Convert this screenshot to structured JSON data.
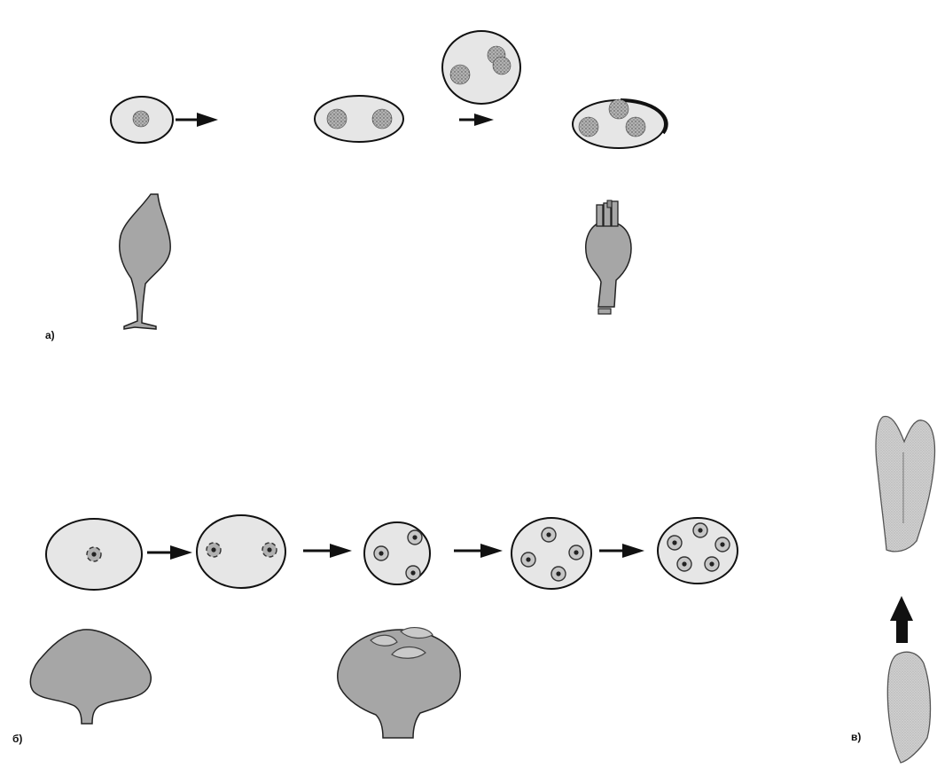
{
  "panels": {
    "a": {
      "label": "а)"
    },
    "b": {
      "label": "б)"
    },
    "c": {
      "label": "в)"
    }
  },
  "colors": {
    "cell_fill": "#e6e6e6",
    "nucleus_fill": "#a9a9a9",
    "fruit_body_fill": "#a6a6a6",
    "stroke": "#111111"
  }
}
